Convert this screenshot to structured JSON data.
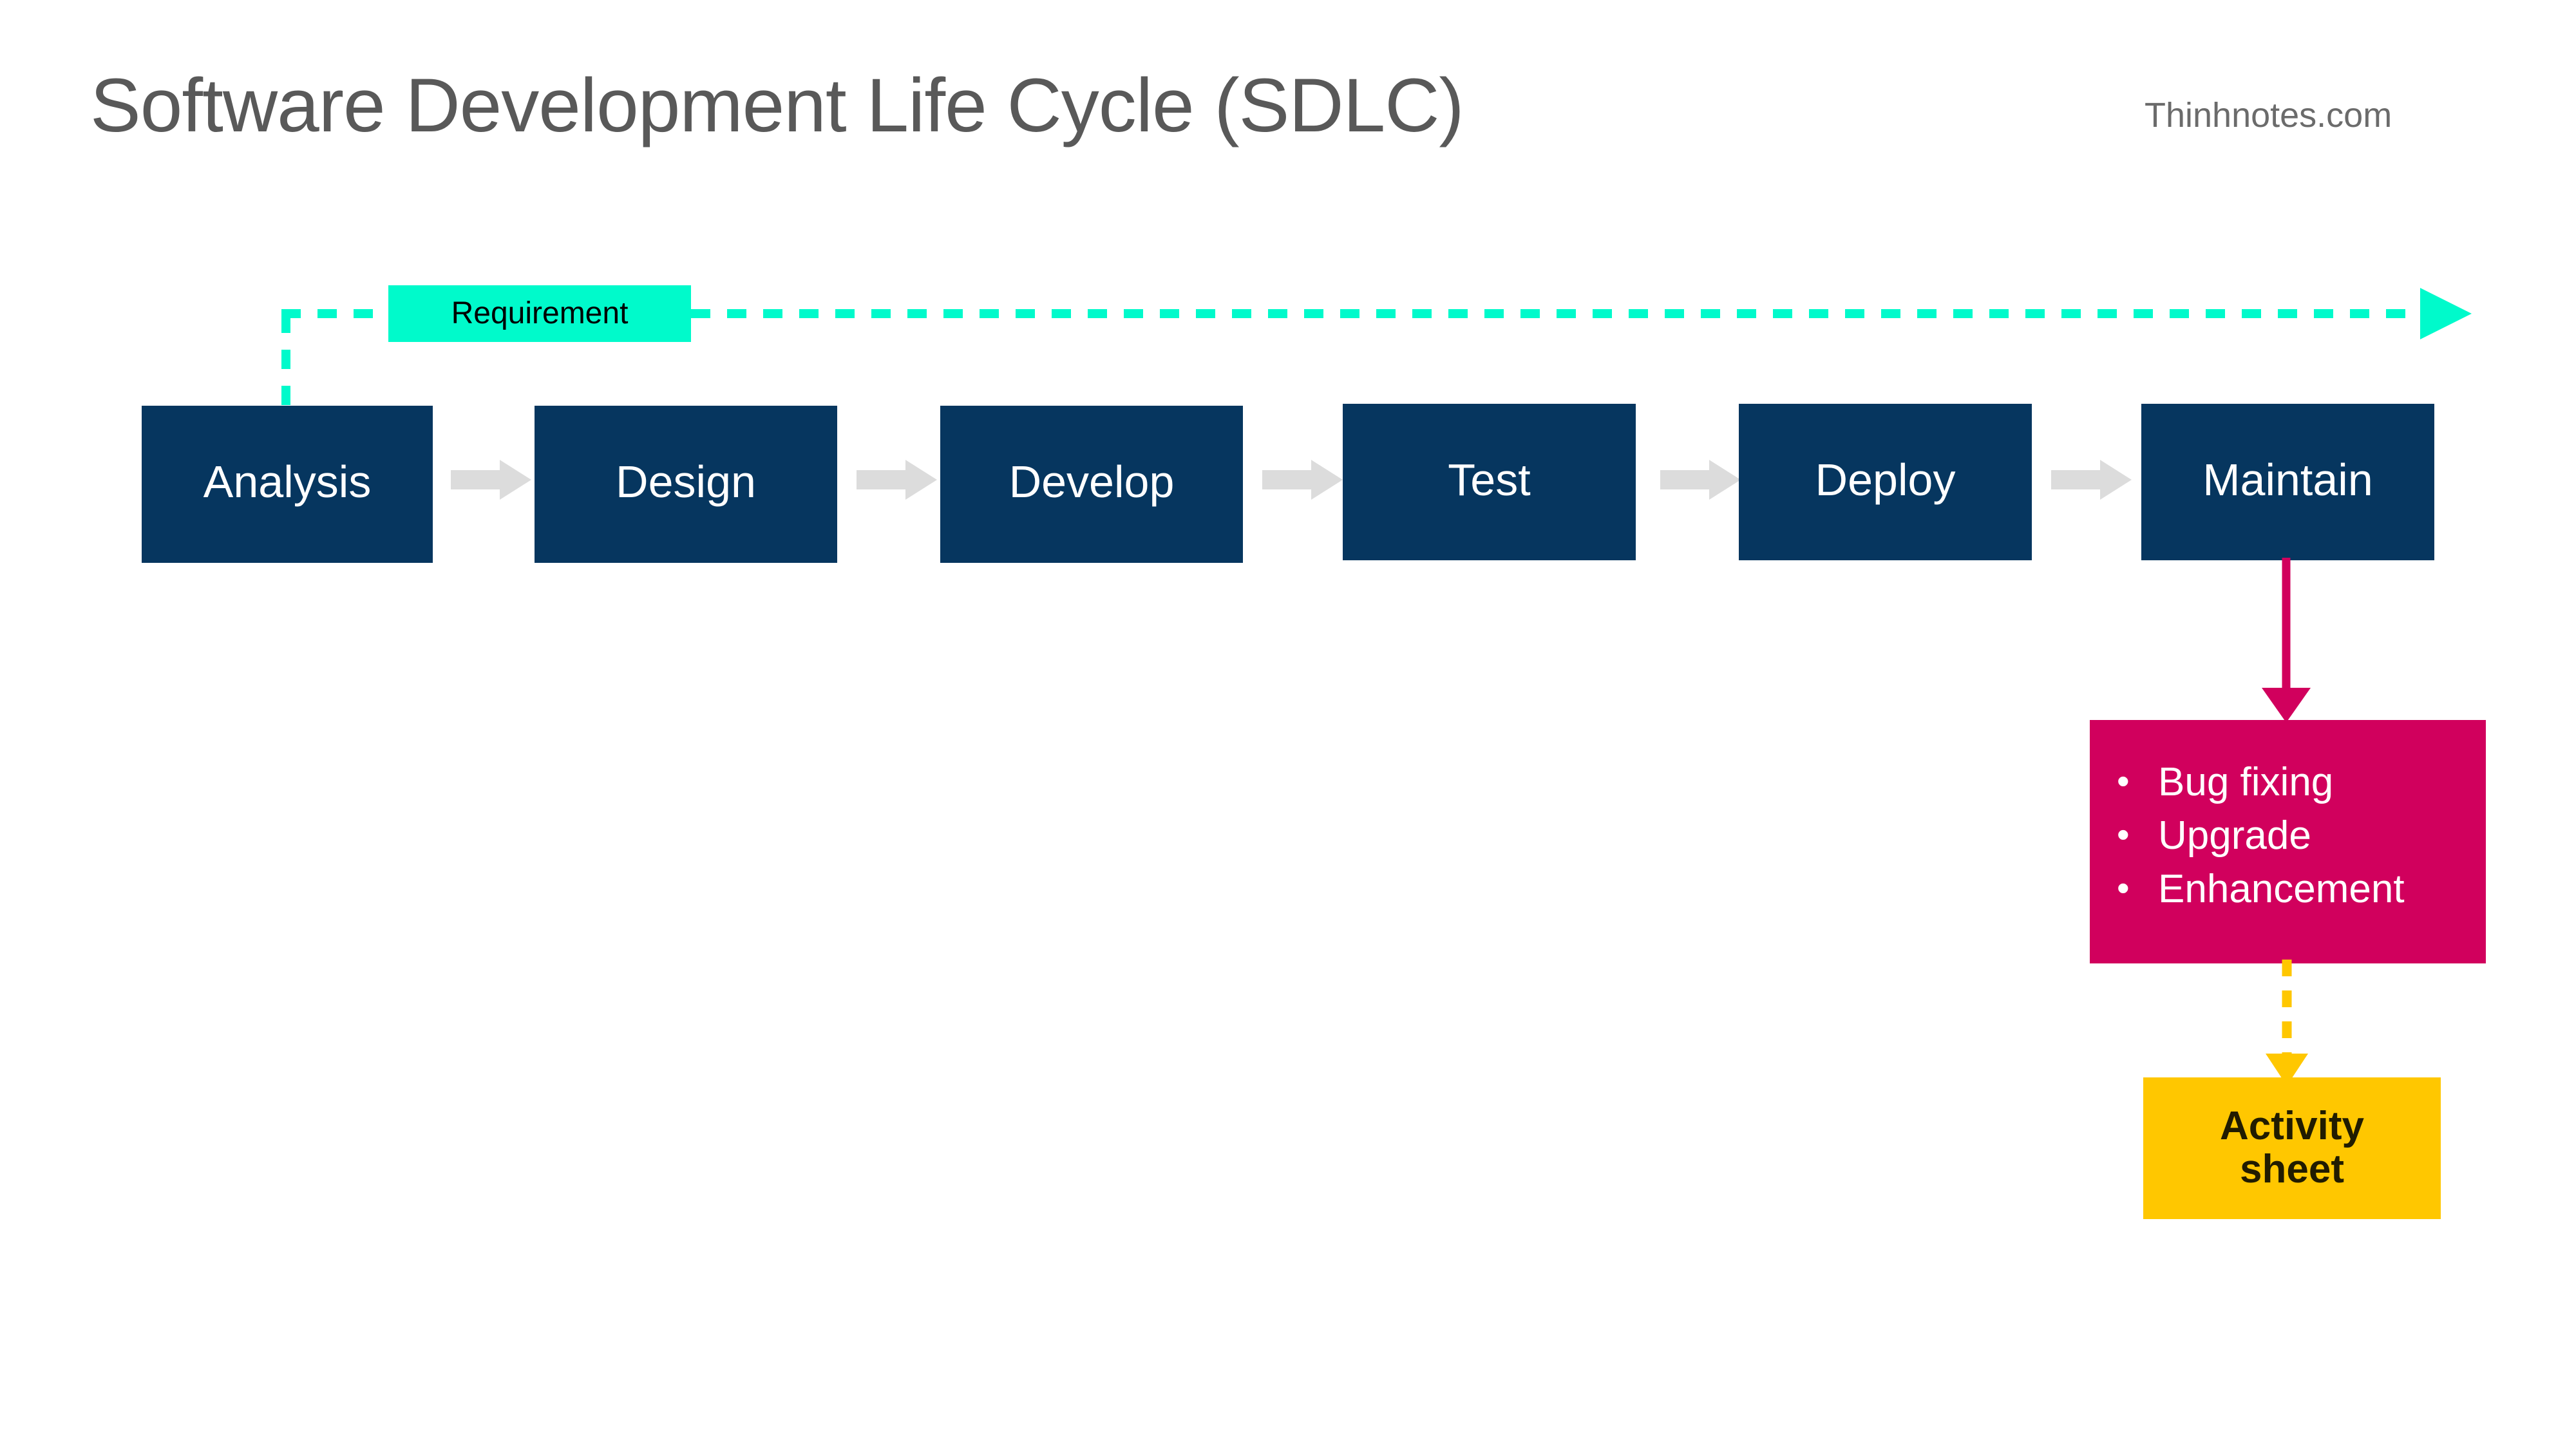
{
  "header": {
    "title": "Software Development Life Cycle (SDLC)",
    "brand": "Thinhnotes.com"
  },
  "feedback": {
    "label": "Requirement",
    "line_color": "#00FACB",
    "label_bg": "#00FACB",
    "label_text_color": "#000000",
    "style": "dashed"
  },
  "phases": [
    {
      "label": "Analysis"
    },
    {
      "label": "Design"
    },
    {
      "label": "Develop"
    },
    {
      "label": "Test"
    },
    {
      "label": "Deploy"
    },
    {
      "label": "Maintain"
    }
  ],
  "phase_colors": {
    "box": "#06365F",
    "text": "#FFFFFF",
    "arrow": "#DCDCDC"
  },
  "maintenance": {
    "bullet_glyph": "•",
    "items": [
      "Bug fixing",
      "Upgrade",
      "Enhancement"
    ],
    "bg": "#D1005D",
    "text_color": "#FFFFFF",
    "connector_color": "#D1005D"
  },
  "activity_sheet": {
    "line1": "Activity",
    "line2": "sheet",
    "bg": "#FFC700",
    "text_color": "#211C00",
    "connector_color": "#FFC700",
    "connector_style": "dashed"
  }
}
